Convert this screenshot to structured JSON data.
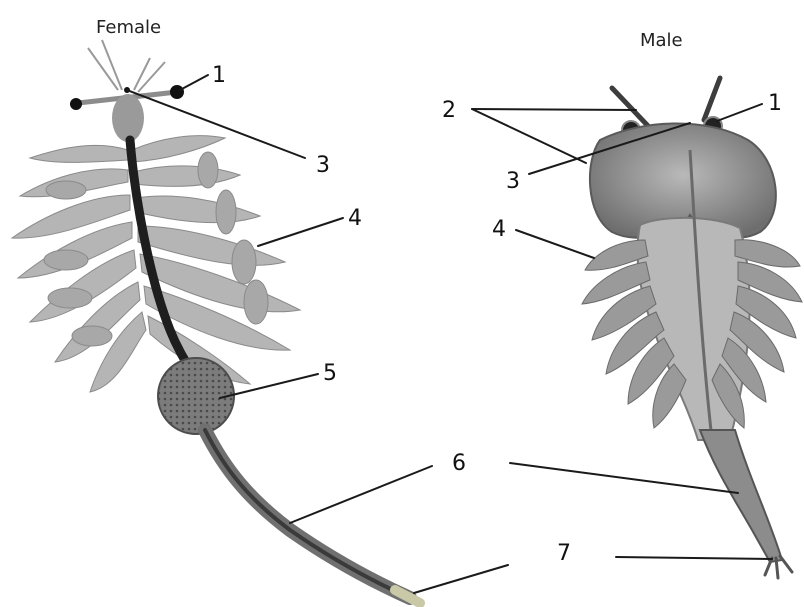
{
  "titles": {
    "female": "Female",
    "male": "Male"
  },
  "female_labels": [
    "1",
    "3",
    "4",
    "5",
    "6"
  ],
  "male_labels": [
    "1",
    "2",
    "3",
    "4",
    "7"
  ]
}
